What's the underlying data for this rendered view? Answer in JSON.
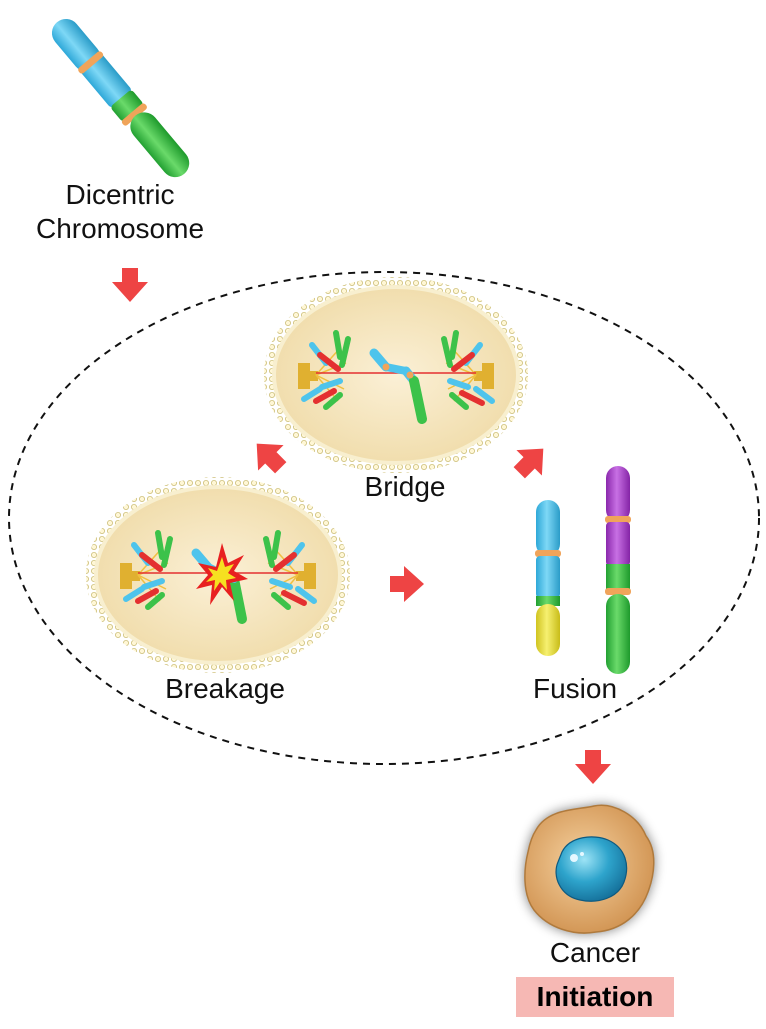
{
  "labels": {
    "dicentric_line1": "Dicentric",
    "dicentric_line2": "Chromosome",
    "bridge": "Bridge",
    "breakage": "Breakage",
    "fusion": "Fusion",
    "cancer": "Cancer",
    "initiation": "Initiation"
  },
  "colors": {
    "arrow": "#ee4444",
    "chromatid_blue": "#4ec4ec",
    "chromatid_green": "#3cc24a",
    "chromatid_yellow": "#e8e03a",
    "chromatid_purple": "#a23ec4",
    "centromere": "#f0a45a",
    "cell_fill": "#f6e6c0",
    "membrane": "#e8d890",
    "nucleus": "#2aa0c8",
    "highlight_box": "#f6b8b4"
  }
}
